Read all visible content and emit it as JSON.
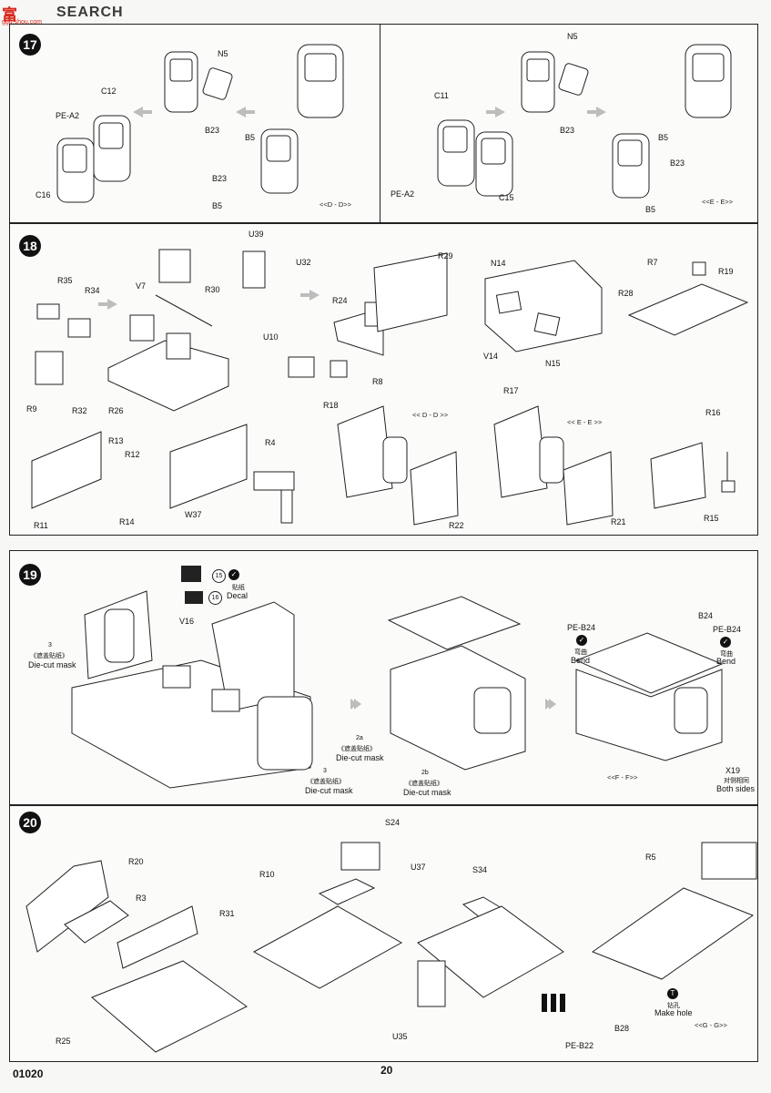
{
  "watermark": {
    "logo": "富",
    "brand": "SEARCH",
    "url": "ggg.shou.com"
  },
  "footer": {
    "code": "01020",
    "page": "20"
  },
  "steps": {
    "s17": {
      "number": "17",
      "left": {
        "labels": [
          "N5",
          "C12",
          "PE-A2",
          "B23",
          "B5",
          "B23",
          "B5",
          "C16"
        ],
        "view": "<<D - D>>"
      },
      "right": {
        "labels": [
          "N5",
          "C11",
          "B23",
          "PE-A2",
          "C15",
          "B5",
          "B23",
          "B5"
        ],
        "view": "<<E - E>>"
      }
    },
    "s18": {
      "number": "18",
      "labels": [
        "U39",
        "U32",
        "R29",
        "N14",
        "R7",
        "R19",
        "R35",
        "R34",
        "V7",
        "R30",
        "R24",
        "R28",
        "U10",
        "V14",
        "N15",
        "R8",
        "R9",
        "R26",
        "R32",
        "R13",
        "R12",
        "R4",
        "R18",
        "R17",
        "R16",
        "R11",
        "R14",
        "W37",
        "R22",
        "R21",
        "R15"
      ],
      "views": [
        "<< D - D >>",
        "<< E - E >>"
      ]
    },
    "s19": {
      "number": "19",
      "decal_nums": [
        "15",
        "16"
      ],
      "decal_cn": "贴纸",
      "decal_en": "Decal",
      "mask1": {
        "num": "3",
        "cn": "《遮盖贴纸》",
        "en": "Die-cut mask"
      },
      "v16": "V16",
      "mask2a": {
        "num": "2a",
        "cn": "《遮盖贴纸》",
        "en": "Die-cut mask"
      },
      "mask3": {
        "num": "3",
        "cn": "《遮盖贴纸》",
        "en": "Die-cut mask"
      },
      "mask2b": {
        "num": "2b",
        "cn": "《遮盖贴纸》",
        "en": "Die-cut mask"
      },
      "pe_b24_left": "PE-B24",
      "bend_cn": "弯曲",
      "bend_en": "Bend",
      "b24": "B24",
      "pe_b24_right": "PE-B24",
      "x19": "X19",
      "both_cn": "对侧相同",
      "both_en": "Both sides",
      "view": "<<F - F>>"
    },
    "s20": {
      "number": "20",
      "labels": [
        "S24",
        "R20",
        "U37",
        "R10",
        "S34",
        "R5",
        "R3",
        "R31",
        "R25",
        "U35",
        "PE-B22",
        "B28"
      ],
      "hole_cn": "钻孔",
      "hole_en": "Make hole",
      "view": "<<G - G>>"
    }
  }
}
